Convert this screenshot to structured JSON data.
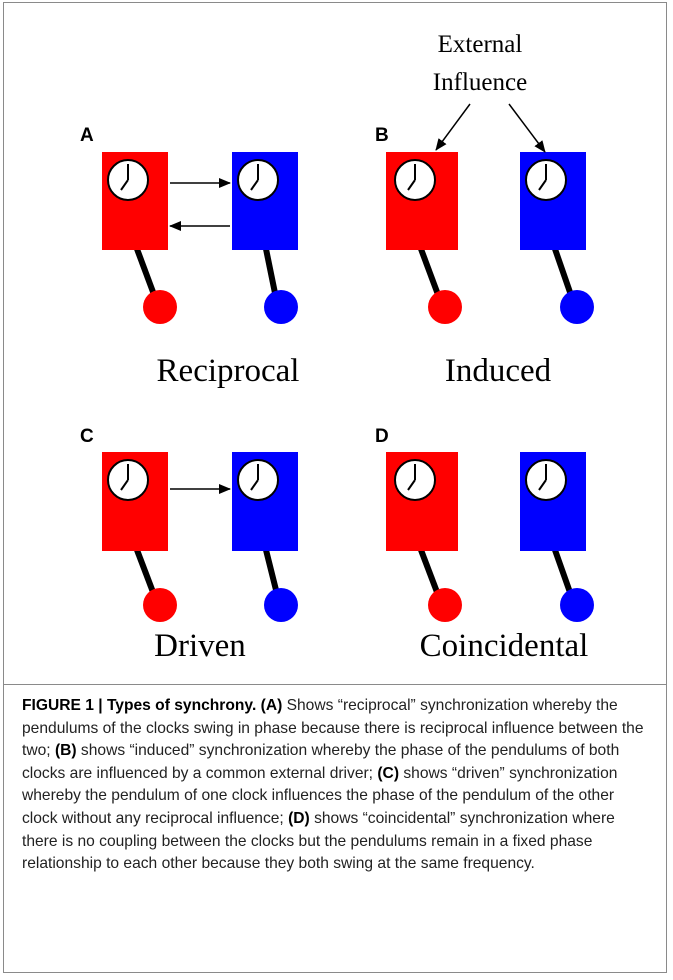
{
  "figure": {
    "panels": [
      {
        "letter": "A",
        "label": "Reciprocal"
      },
      {
        "letter": "B",
        "label": "Induced",
        "annotation": [
          "External",
          "Influence"
        ]
      },
      {
        "letter": "C",
        "label": "Driven"
      },
      {
        "letter": "D",
        "label": "Coincidental"
      }
    ],
    "colors": {
      "red_clock": "#ff0000",
      "blue_clock": "#0000ff",
      "outline": "#000000"
    }
  },
  "caption": {
    "heading": "FIGURE 1 | Types of synchrony.",
    "parts": [
      {
        "tag": "(A)",
        "text": " Shows “reciprocal” synchronization whereby the pendulums of the clocks swing in phase because there is reciprocal influence between the two; "
      },
      {
        "tag": "(B)",
        "text": " shows “induced” synchronization whereby the phase of the pendulums of both clocks are influenced by a common external driver; "
      },
      {
        "tag": "(C)",
        "text": " shows “driven” synchronization whereby the pendulum of one clock influences the phase of the pendulum of the other clock without any reciprocal influence; "
      },
      {
        "tag": "(D)",
        "text": " shows “coincidental” synchronization where there is no coupling between the clocks but the pendulums remain in a fixed phase relationship to each other because they both swing at the same frequency."
      }
    ]
  }
}
